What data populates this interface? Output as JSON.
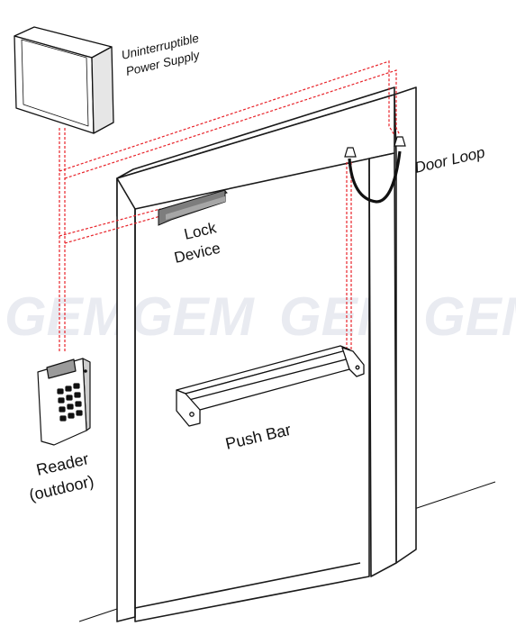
{
  "labels": {
    "ups_line1": "Uninterruptible",
    "ups_line2": "Power Supply",
    "door_loop": "Door Loop",
    "lock_line1": "Lock",
    "lock_line2": "Device",
    "reader_line1": "Reader",
    "reader_line2": "(outdoor)",
    "push_bar": "Push Bar"
  },
  "watermark": [
    "GEM",
    "GEM",
    "GEM",
    "GEM"
  ],
  "colors": {
    "wire": "#e8232a",
    "frame": "#1a1a1a",
    "loop": "#111111",
    "lock": "#8c8c8c",
    "watermark": "#e9ebf1"
  }
}
